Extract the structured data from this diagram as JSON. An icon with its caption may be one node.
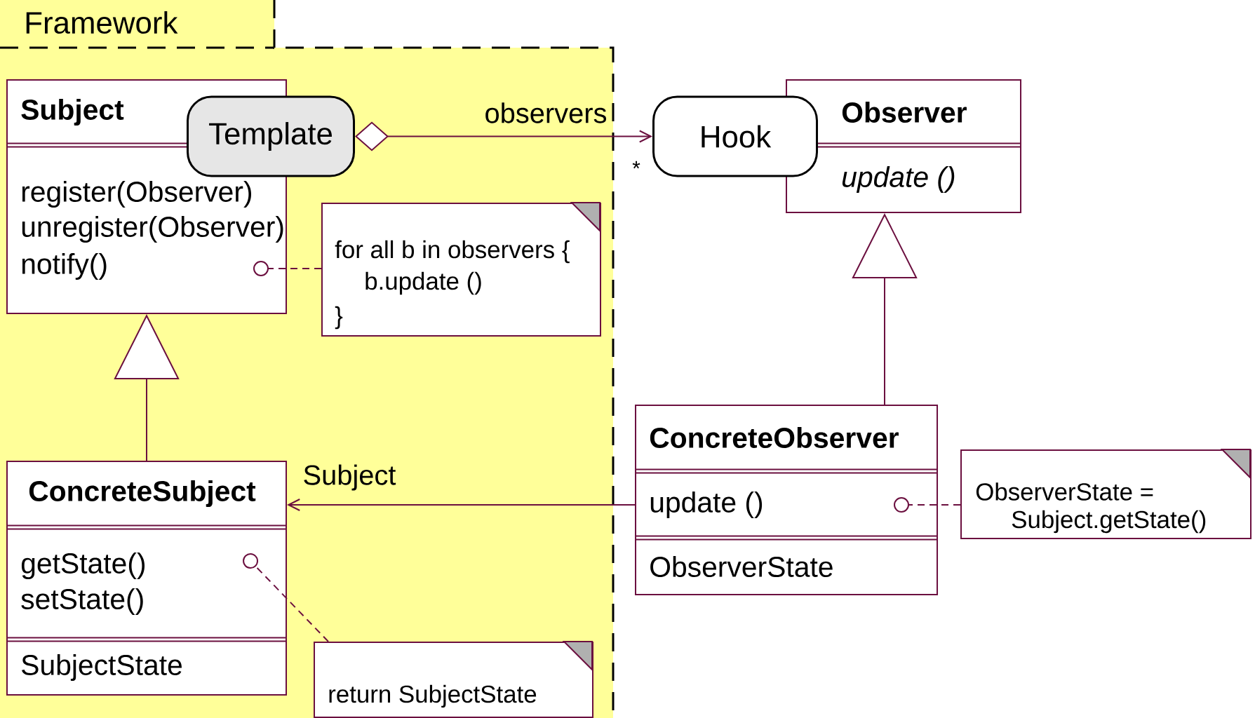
{
  "diagram": {
    "nodes": [
      {
        "text": [
          "Framework"
        ]
      },
      {
        "text": [
          "Subject",
          "register(Observer)",
          "unregister(Observer)",
          "notify()"
        ],
        "in": 0
      },
      {
        "text": [
          "Template"
        ],
        "in": 0
      },
      {
        "text": [
          "for all b in observers {",
          "b.update ()",
          "}"
        ],
        "in": 0
      },
      {
        "text": [
          "ConcreteSubject",
          "getState()",
          "setState()",
          "SubjectState"
        ],
        "in": 0
      },
      {
        "text": [
          "return SubjectState"
        ],
        "in": 0
      },
      {
        "text": [
          "Hook"
        ]
      },
      {
        "text": [
          "Observer",
          "update ()"
        ]
      },
      {
        "text": [
          "ConcreteObserver",
          "update ()",
          "ObserverState"
        ]
      },
      {
        "text": [
          "ObserverState =",
          "Subject.getState()"
        ]
      }
    ],
    "edges": [
      {
        "from": 2,
        "to": 6,
        "arrow": "to",
        "label": "observers"
      },
      {
        "from": 4,
        "to": 1,
        "arrow": "to"
      },
      {
        "from": 8,
        "to": 7,
        "arrow": "to"
      },
      {
        "from": 8,
        "to": 4,
        "arrow": "to",
        "label": "Subject"
      },
      {
        "from": 3,
        "to": 1,
        "arrow": "other",
        "style": "dashed"
      },
      {
        "from": 5,
        "to": 4,
        "arrow": "other",
        "style": "dashed"
      },
      {
        "from": 9,
        "to": 8,
        "arrow": "other",
        "style": "dashed"
      }
    ],
    "labels": [
      "*"
    ]
  }
}
